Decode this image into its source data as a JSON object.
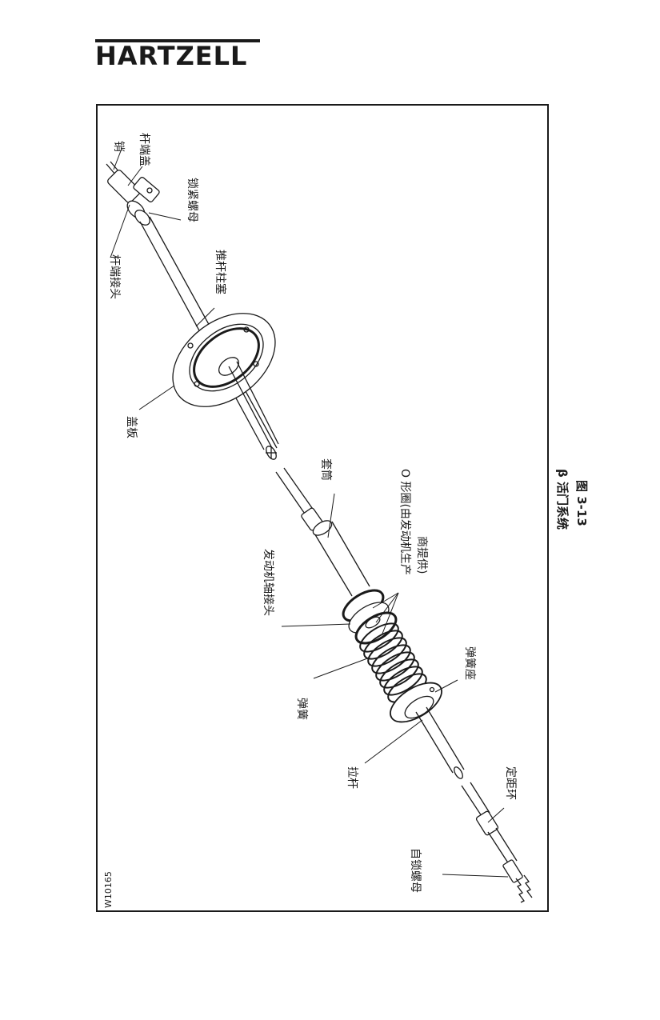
{
  "brand": {
    "name": "HARTZELL"
  },
  "drawing": {
    "code": "W10165",
    "labels": {
      "pin": "销",
      "rod_end_cap": "杆端盖",
      "lock_nut": "锁紧螺母",
      "rod_end_joint": "杆端接头",
      "push_rod_plunger": "推杆柱塞",
      "cover_plate": "盖板",
      "sleeve": "套筒",
      "o_ring_line1": "O 形圈(由发动机生产",
      "o_ring_line2": "商提供)",
      "engine_shaft_joint": "发动机轴接头",
      "spring": "弹簧",
      "spring_seat": "弹簧座",
      "pull_rod": "拉杆",
      "spacer_ring": "定距环",
      "self_lock_nut": "自锁螺母"
    }
  },
  "caption": {
    "title": "β 活门系统",
    "figure": "图 3-13"
  }
}
